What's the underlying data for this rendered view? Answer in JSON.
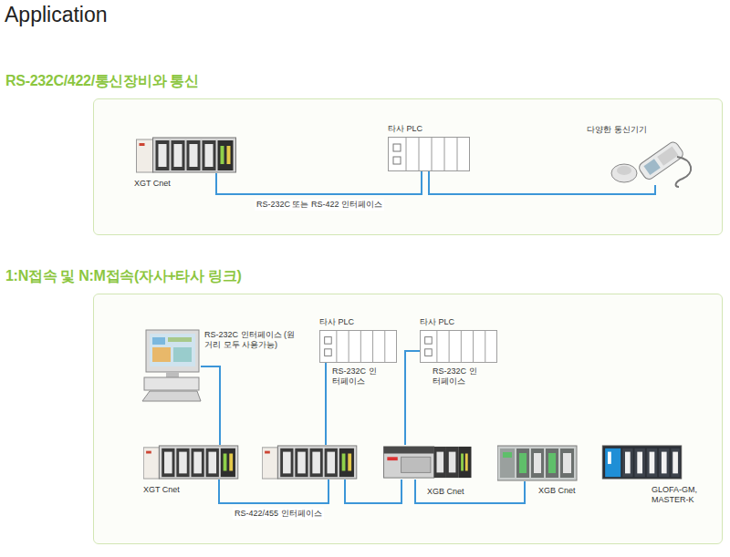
{
  "diagram": {
    "title": "Application",
    "nodes": [
      {
        "text": [
          "RS-232C/422/통신장비와 통신"
        ]
      },
      {
        "text": [
          "XGT Cnet"
        ],
        "in": 0
      },
      {
        "text": [
          "타사 PLC"
        ],
        "in": 0
      },
      {
        "text": [
          "다양한 통신기기"
        ],
        "in": 0
      },
      {
        "text": [
          "1:N접속 및 N:M접속(자사+타사 링크)"
        ]
      },
      {
        "text": [
          "RS-232C 인터페이스 (원거리 모두 사용가능)"
        ],
        "in": 4
      },
      {
        "text": [
          "타사 PLC",
          "RS-232C 인터페이스"
        ],
        "in": 4
      },
      {
        "text": [
          "타사 PLC",
          "RS-232C 인터페이스"
        ],
        "in": 4
      },
      {
        "text": [
          "XGT Cnet"
        ],
        "in": 4
      },
      {
        "text": [
          "XGB Cnet"
        ],
        "in": 4
      },
      {
        "text": [
          "XGB Cnet"
        ],
        "in": 4
      },
      {
        "text": [
          "GLOFA-GM, MASTER-K"
        ],
        "in": 4
      }
    ],
    "edges": [
      {
        "from": 1,
        "to": 2,
        "label": "RS-232C 또는 RS-422 인터페이스",
        "arrow": "none"
      },
      {
        "from": 2,
        "to": 3,
        "arrow": "none"
      },
      {
        "from": 5,
        "to": 8,
        "arrow": "none"
      },
      {
        "from": 7,
        "to": 9,
        "arrow": "none"
      },
      {
        "from": 9,
        "to": 10,
        "arrow": "none"
      }
    ],
    "labels": [
      "RS-422/455 인터페이스"
    ]
  }
}
